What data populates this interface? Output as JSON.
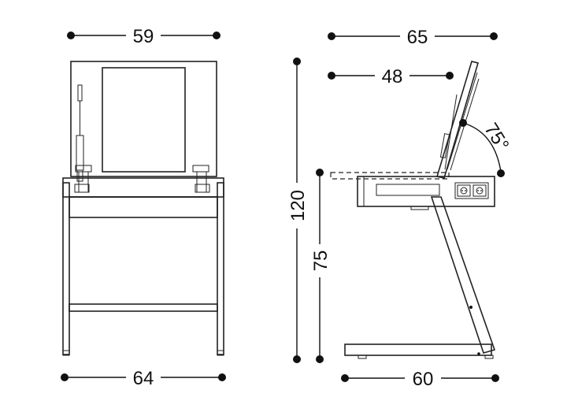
{
  "dimensions": {
    "front_top_width": "59",
    "front_bottom_width": "64",
    "side_total_depth": "65",
    "side_mirror_depth": "48",
    "side_base_depth": "60",
    "total_height": "120",
    "table_height": "75",
    "mirror_angle": "75°"
  },
  "colors": {
    "line": "#222222",
    "dot": "#111111",
    "text": "#111111"
  }
}
